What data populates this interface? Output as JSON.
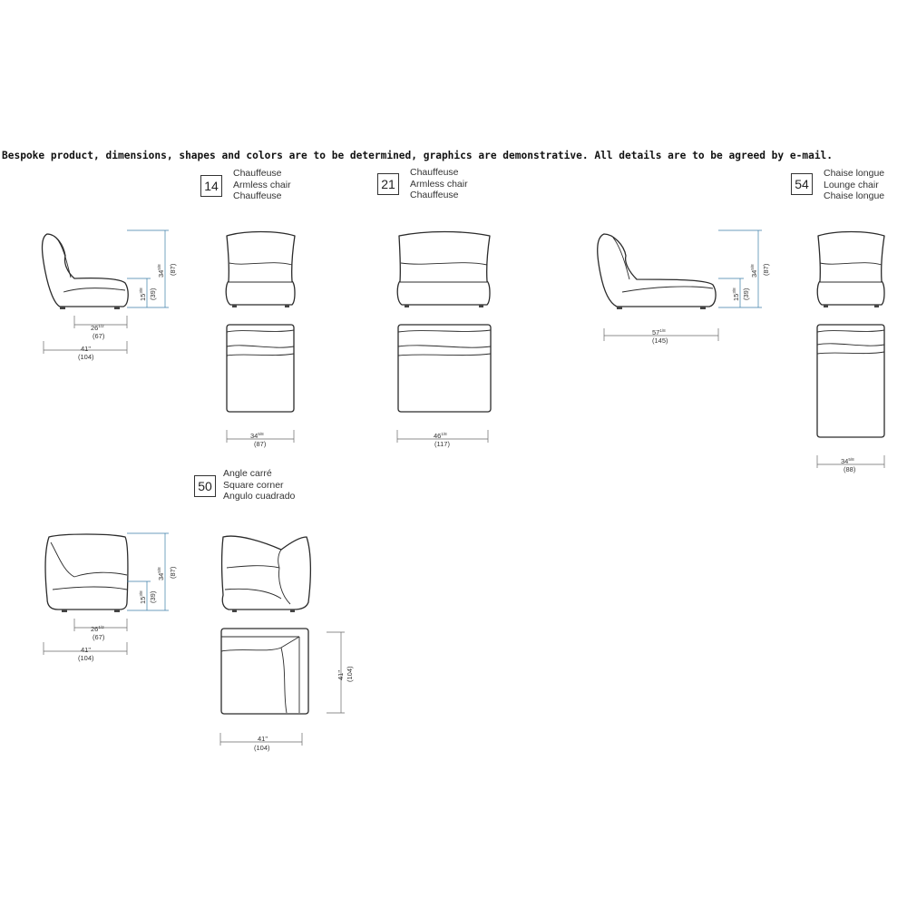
{
  "disclaimer": "Bespoke product, dimensions, shapes and colors are to be determined, graphics are demonstrative. All details are to be agreed by e-mail.",
  "models": [
    {
      "code": "14",
      "names": [
        "Chauffeuse",
        "Armless chair",
        "Chauffeuse"
      ]
    },
    {
      "code": "21",
      "names": [
        "Chauffeuse",
        "Armless chair",
        "Chauffeuse"
      ]
    },
    {
      "code": "54",
      "names": [
        "Chaise longue",
        "Lounge chair",
        "Chaise longue"
      ]
    },
    {
      "code": "50",
      "names": [
        "Angle carré",
        "Square corner",
        "Angulo cuadrado"
      ]
    }
  ],
  "dimensions": {
    "m14_height": "34",
    "m14_height_frac": "5/8",
    "m14_height_cm": "(87)",
    "m14_seat": "15",
    "m14_seat_frac": "3/8",
    "m14_seat_cm": "(39)",
    "m14_seatdepth": "26",
    "m14_seatdepth_frac": "1/2",
    "m14_seatdepth_cm": "(67)",
    "m14_depth": "41\"",
    "m14_depth_cm": "(104)",
    "m14_width": "34",
    "m14_width_frac": "5/8",
    "m14_width_cm": "(87)",
    "m21_width": "46",
    "m21_width_frac": "1/8",
    "m21_width_cm": "(117)",
    "m54_height": "34",
    "m54_height_frac": "5/8",
    "m54_height_cm": "(87)",
    "m54_seat": "15",
    "m54_seat_frac": "3/8",
    "m54_seat_cm": "(39)",
    "m54_depth": "57",
    "m54_depth_frac": "1/8",
    "m54_depth_cm": "(145)",
    "m54_width": "34",
    "m54_width_frac": "5/8",
    "m54_width_cm": "(88)",
    "m50_height": "34",
    "m50_height_frac": "5/8",
    "m50_height_cm": "(87)",
    "m50_seat": "15",
    "m50_seat_frac": "3/8",
    "m50_seat_cm": "(39)",
    "m50_seatdepth": "26",
    "m50_seatdepth_frac": "1/2",
    "m50_seatdepth_cm": "(67)",
    "m50_depth": "41\"",
    "m50_depth_cm": "(104)",
    "m50_plan_side": "41\"",
    "m50_plan_side_cm": "(104)",
    "m50_plan_width": "41\"",
    "m50_plan_width_cm": "(104)"
  },
  "colors": {
    "line": "#2b2b2b",
    "dimension": "#3c7fa8"
  }
}
